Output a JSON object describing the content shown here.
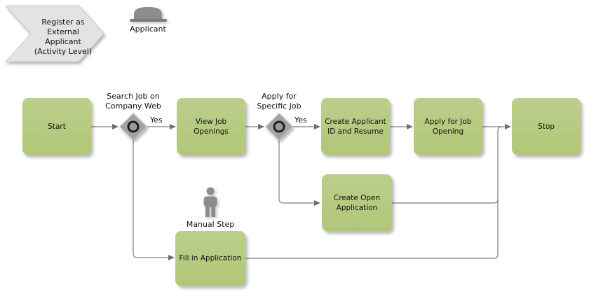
{
  "banner": {
    "lines": [
      "Register as",
      "External",
      "Applicant",
      "(Activity Level)"
    ]
  },
  "actor": {
    "icon": "bowler-hat-icon",
    "label": "Applicant"
  },
  "process": {
    "tasks": {
      "start": "Start",
      "view_job_openings": [
        "View Job",
        "Openings"
      ],
      "create_applicant_id": [
        "Create Applicant",
        "ID and Resume"
      ],
      "apply_for_job_opening": [
        "Apply for Job",
        "Opening"
      ],
      "stop": "Stop",
      "create_open_application": [
        "Create Open",
        "Application"
      ],
      "fill_in_application": "Fill in Application"
    },
    "gateways": {
      "search_job": {
        "label_lines": [
          "Search Job on",
          "Company Web"
        ],
        "yes": "Yes"
      },
      "apply_specific": {
        "label_lines": [
          "Apply for",
          "Specific Job"
        ],
        "yes": "Yes"
      }
    },
    "manual_step": {
      "icon": "person-icon",
      "label": "Manual Step"
    }
  },
  "colors": {
    "task_fill": "#b4c87c",
    "banner_fill": "#e3e3e3",
    "gateway_fill": "#a2a2a2",
    "connector": "#7d7d7d",
    "icon_gray": "#8c8c8c"
  }
}
